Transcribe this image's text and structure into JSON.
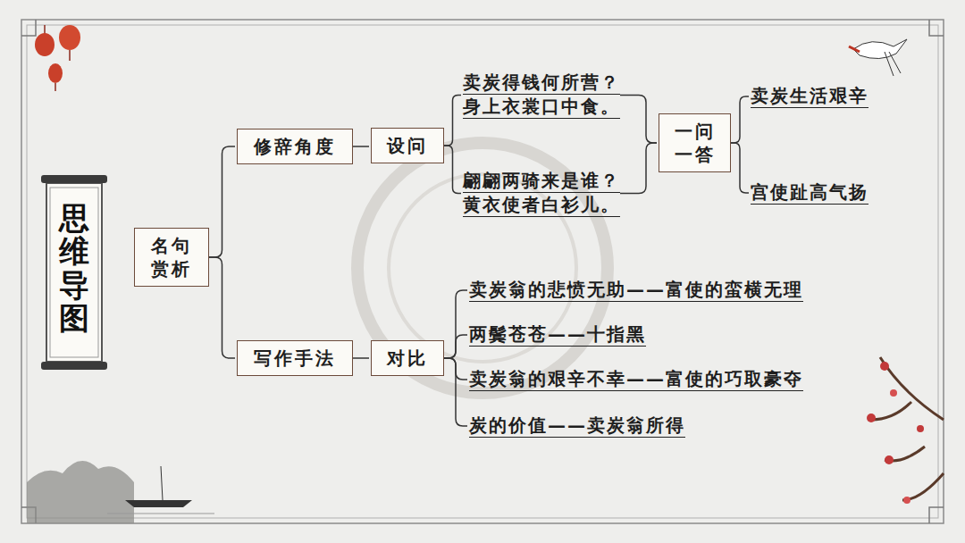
{
  "diagram": {
    "title": "思维导图",
    "nodes": [
      {
        "text": [
          "名句赏析"
        ]
      },
      {
        "text": [
          "修辞角度"
        ]
      },
      {
        "text": [
          "设问"
        ]
      },
      {
        "text": [
          "卖炭得钱何所营？",
          "身上衣裳口中食。"
        ]
      },
      {
        "text": [
          "翩翩两骑来是谁？",
          "黄衣使者白衫儿。"
        ]
      },
      {
        "text": [
          "一问一答"
        ]
      },
      {
        "text": [
          "卖炭生活艰辛"
        ]
      },
      {
        "text": [
          "宫使趾高气扬"
        ]
      },
      {
        "text": [
          "写作手法"
        ]
      },
      {
        "text": [
          "对比"
        ]
      },
      {
        "text": [
          "卖炭翁的悲愤无助——富使的蛮横无理"
        ]
      },
      {
        "text": [
          "两鬓苍苍——十指黑"
        ]
      },
      {
        "text": [
          "卖炭翁的艰辛不幸——富使的巧取豪夺"
        ]
      },
      {
        "text": [
          "炭的价值——卖炭翁所得"
        ]
      }
    ],
    "edges": [
      {
        "from": 0,
        "to": 1,
        "arrow": "none"
      },
      {
        "from": 0,
        "to": 8,
        "arrow": "none"
      },
      {
        "from": 1,
        "to": 2,
        "arrow": "none"
      },
      {
        "from": 2,
        "to": 3,
        "arrow": "none"
      },
      {
        "from": 2,
        "to": 4,
        "arrow": "none"
      },
      {
        "from": 3,
        "to": 5,
        "arrow": "none"
      },
      {
        "from": 4,
        "to": 5,
        "arrow": "none"
      },
      {
        "from": 5,
        "to": 6,
        "arrow": "none"
      },
      {
        "from": 5,
        "to": 7,
        "arrow": "none"
      },
      {
        "from": 8,
        "to": 9,
        "arrow": "none"
      },
      {
        "from": 9,
        "to": 10,
        "arrow": "none"
      },
      {
        "from": 9,
        "to": 11,
        "arrow": "none"
      },
      {
        "from": 9,
        "to": 12,
        "arrow": "none"
      },
      {
        "from": 9,
        "to": 13,
        "arrow": "none"
      }
    ]
  }
}
